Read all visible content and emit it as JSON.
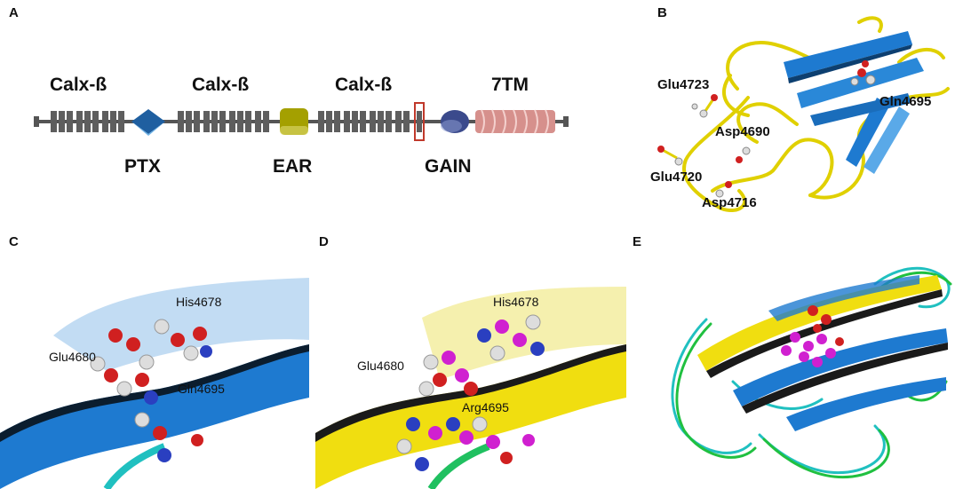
{
  "panels": {
    "a": {
      "letter": "A",
      "top_labels": [
        "Calx-ß",
        "Calx-ß",
        "Calx-ß",
        "7TM"
      ],
      "bottom_labels": [
        "PTX",
        "EAR",
        "GAIN"
      ],
      "colors": {
        "calx": "#5a5a5a",
        "ptx": "#1f5fa0",
        "ear": "#a4a000",
        "gain": "#3b4a8c",
        "tm7": "#d6908c",
        "box": "#c0392b"
      }
    },
    "b": {
      "letter": "B",
      "residues": [
        "Glu4723",
        "Gln4695",
        "Asp4690",
        "Glu4720",
        "Asp4716"
      ]
    },
    "c": {
      "letter": "C",
      "residues": [
        "His4678",
        "Glu4680",
        "Gln4695"
      ]
    },
    "d": {
      "letter": "D",
      "residues": [
        "His4678",
        "Glu4680",
        "Arg4695"
      ]
    },
    "e": {
      "letter": "E"
    }
  }
}
